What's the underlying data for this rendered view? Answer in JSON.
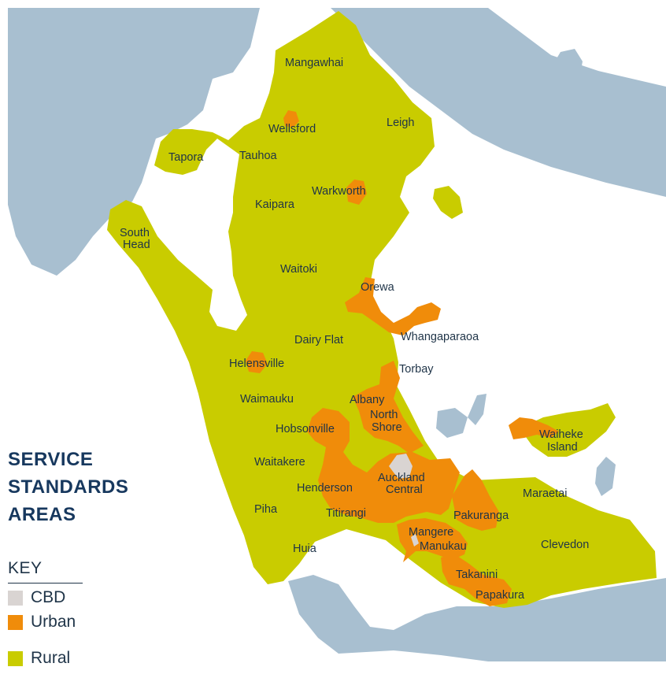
{
  "title": [
    "SERVICE",
    "STANDARDS",
    "AREAS"
  ],
  "key": {
    "heading": "KEY",
    "items": [
      {
        "label": "CBD",
        "color": "#d9d4d2"
      },
      {
        "label": "Urban",
        "color": "#f08c0a"
      },
      {
        "label": "Rural",
        "color": "#c9cc00"
      }
    ]
  },
  "colors": {
    "water": "#a8bfd0",
    "rural": "#c9cc00",
    "urban": "#f08c0a",
    "cbd": "#d9d4d2",
    "text": "#1f3448",
    "title": "#17385e"
  },
  "places": {
    "mangawhai": "Mangawhai",
    "wellsford": "Wellsford",
    "leigh": "Leigh",
    "tapora": "Tapora",
    "tauhoa": "Tauhoa",
    "warkworth": "Warkworth",
    "kaipara": "Kaipara",
    "south_head": [
      "South",
      "Head"
    ],
    "waitoki": "Waitoki",
    "orewa": "Orewa",
    "whangaparaoa": "Whangaparaoa",
    "dairy_flat": "Dairy Flat",
    "helensville": "Helensville",
    "torbay": "Torbay",
    "waimauku": "Waimauku",
    "albany": "Albany",
    "north_shore": [
      "North",
      "Shore"
    ],
    "hobsonville": "Hobsonville",
    "waiheke": [
      "Waiheke",
      "Island"
    ],
    "waitakere": "Waitakere",
    "auckland_central": [
      "Auckland",
      "Central"
    ],
    "henderson": "Henderson",
    "maraetai": "Maraetai",
    "piha": "Piha",
    "titirangi": "Titirangi",
    "pakuranga": "Pakuranga",
    "mangere": "Mangere",
    "manukau": "Manukau",
    "clevedon": "Clevedon",
    "huia": "Huia",
    "takanini": "Takanini",
    "papakura": "Papakura"
  }
}
